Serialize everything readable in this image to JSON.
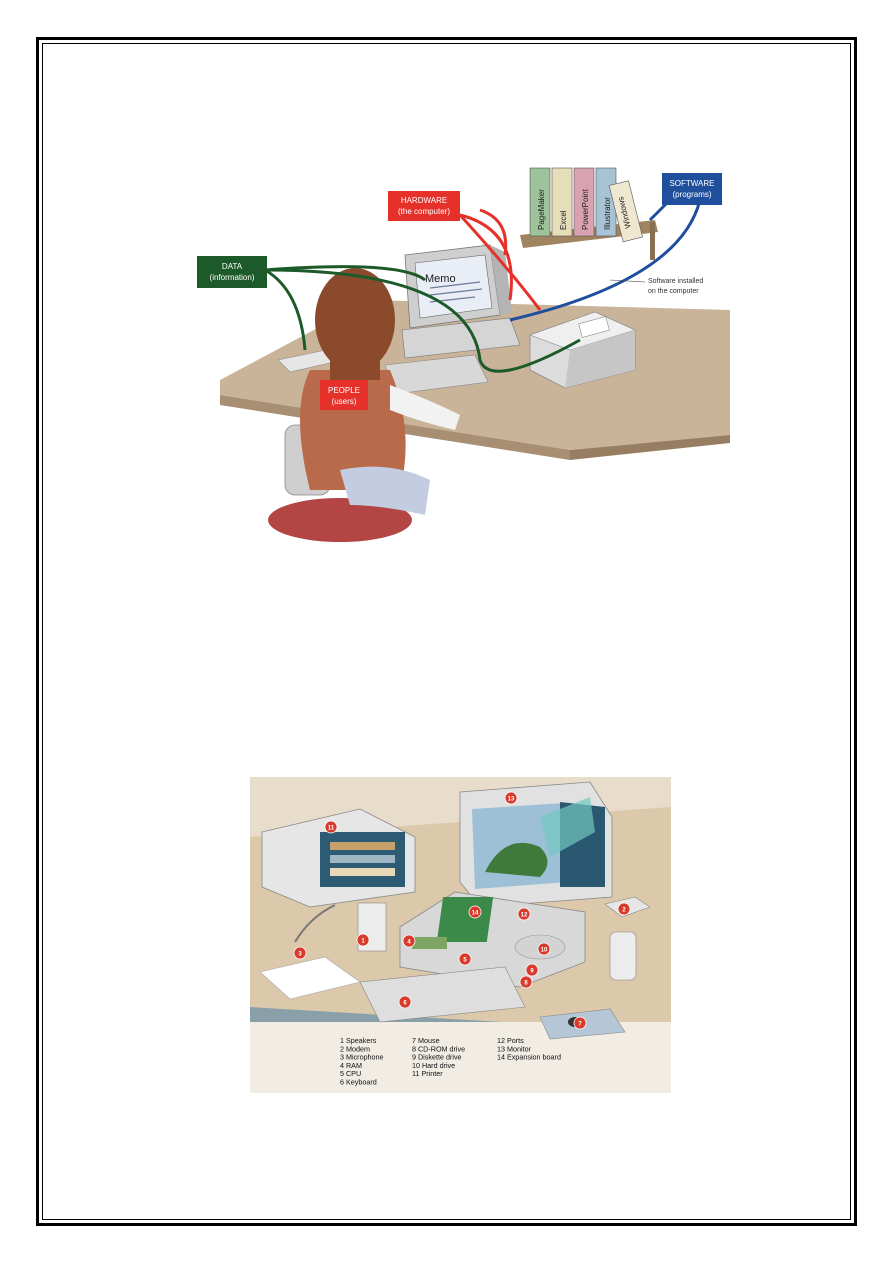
{
  "figure1": {
    "labels": {
      "hardware": [
        "HARDWARE",
        "(the computer)"
      ],
      "software": [
        "SOFTWARE",
        "(programs)"
      ],
      "data": [
        "DATA",
        "(information)"
      ],
      "people": [
        "PEOPLE",
        "(users)"
      ],
      "installed_note": [
        "Software installed",
        "on the computer"
      ],
      "memo": "Memo"
    },
    "books": [
      "PageMaker",
      "Excel",
      "PowerPoint",
      "Illustrator",
      "Windows"
    ],
    "colors": {
      "hardware": "#e5312a",
      "software": "#1f4e9c",
      "data": "#1d5a2a",
      "people": "#e5312a"
    }
  },
  "figure2": {
    "legend": [
      [
        "1 Speakers",
        "2 Modem",
        "3 Microphone",
        "4 RAM",
        "5 CPU",
        "6 Keyboard"
      ],
      [
        "7 Mouse",
        "8 CD-ROM drive",
        "9 Diskette drive",
        "10 Hard drive",
        "11 Printer"
      ],
      [
        "12 Ports",
        "13 Monitor",
        "14 Expansion board"
      ]
    ],
    "callouts": [
      "1",
      "2",
      "3",
      "4",
      "5",
      "6",
      "7",
      "8",
      "9",
      "10",
      "11",
      "12",
      "13",
      "14"
    ]
  }
}
